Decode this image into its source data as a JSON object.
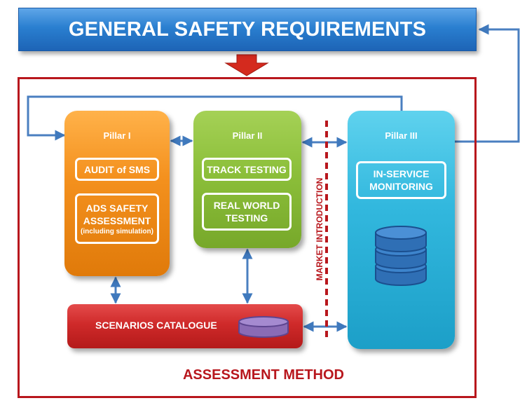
{
  "header": {
    "title": "GENERAL SAFETY REQUIREMENTS"
  },
  "pillars": [
    {
      "title": "Pillar I",
      "items": [
        "AUDIT of SMS",
        "ADS SAFETY",
        "ASSESSMENT",
        "(including simulation)"
      ]
    },
    {
      "title": "Pillar II",
      "items": [
        "TRACK TESTING",
        "REAL WORLD",
        "TESTING"
      ]
    },
    {
      "title": "Pillar III",
      "items": [
        "IN-SERVICE",
        "MONITORING"
      ]
    }
  ],
  "scenarios": {
    "label": "SCENARIOS CATALOGUE"
  },
  "market": {
    "label": "MARKET INTRODUCTION"
  },
  "footer": {
    "label": "ASSESSMENT METHOD"
  },
  "colors": {
    "header_blue": "#2a7fd0",
    "frame_red": "#b8171d",
    "pillar1_orange": "#f4911e",
    "pillar2_green": "#8cbf3a",
    "pillar3_cyan": "#32b8de",
    "scenarios_red": "#cf2a2a",
    "arrow_blue": "#4a7fc0",
    "database_purple": "#8a6bb5",
    "database_blue": "#2f6fb5"
  }
}
